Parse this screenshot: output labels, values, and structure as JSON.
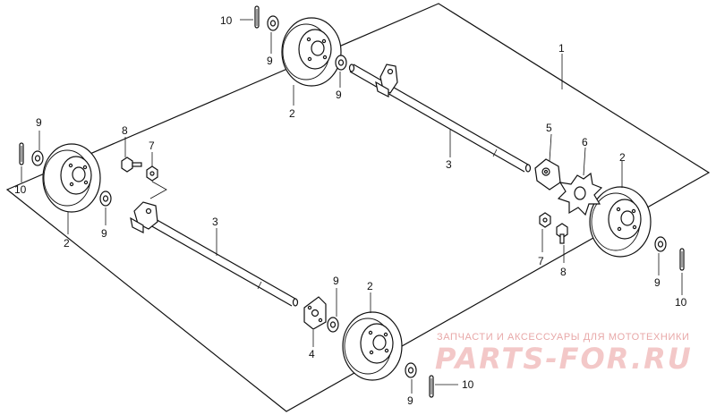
{
  "callouts": {
    "c1": "1",
    "c2a": "2",
    "c2b": "2",
    "c2c": "2",
    "c2d": "2",
    "c3a": "3",
    "c3b": "3",
    "c4": "4",
    "c5": "5",
    "c6": "6",
    "c7a": "7",
    "c7b": "7",
    "c8a": "8",
    "c8b": "8",
    "c9a": "9",
    "c9b": "9",
    "c9c": "9",
    "c9d": "9",
    "c9e": "9",
    "c9f": "9",
    "c9g": "9",
    "c10a": "10",
    "c10b": "10",
    "c10c": "10",
    "c10d": "10"
  },
  "watermark": {
    "tagline": "ЗАПЧАСТИ И АКСЕССУАРЫ ДЛЯ МОТОТЕХНИКИ",
    "logo": "PARTS-FOR.RU"
  },
  "colors": {
    "line": "#111111",
    "watermark": "#f3c8c8"
  }
}
